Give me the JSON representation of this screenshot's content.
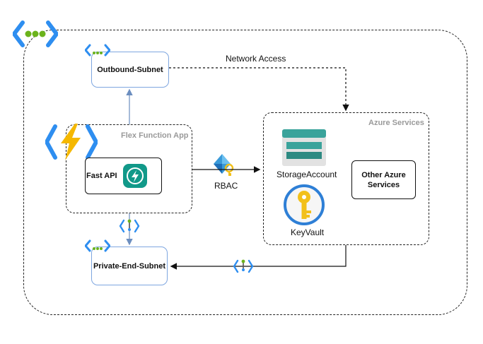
{
  "diagram": {
    "outbound_subnet": {
      "label": "Outbound-Subnet"
    },
    "private_subnet": {
      "label": "Private-End-Subnet"
    },
    "network_access": {
      "label": "Network Access"
    },
    "function_app": {
      "title": "Flex Function App",
      "fastapi_label": "Fast API"
    },
    "rbac": {
      "label": "RBAC"
    },
    "azure_services": {
      "title": "Azure Services",
      "storage_label": "StorageAccount",
      "keyvault_label": "KeyVault",
      "other_label": "Other Azure Services"
    }
  },
  "colors": {
    "vnet_blue": "#2e8ef0",
    "vnet_green": "#6bb31c",
    "subnet_border": "#7ea6e0",
    "lightning": "#f5b800",
    "fastapi_teal": "#119989",
    "storage_teal": "#3aa39b",
    "key_gold": "#f2c01a",
    "rbac_blue": "#3a9ad9"
  }
}
